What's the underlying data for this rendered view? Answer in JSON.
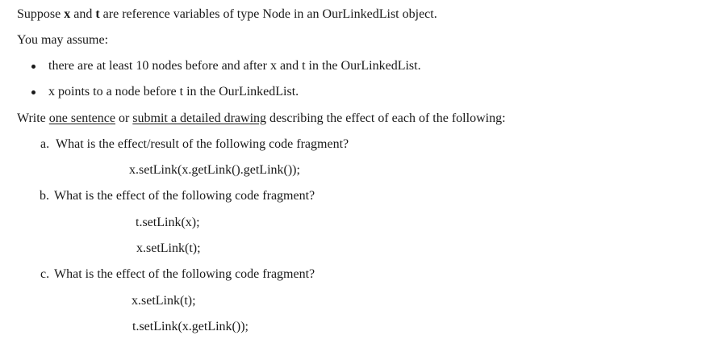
{
  "intro": {
    "part1": "Suppose ",
    "var_x": "x",
    "part2": " and ",
    "var_t": "t",
    "part3": " are reference variables of type Node in an OurLinkedList object."
  },
  "assume_label": "You may assume:",
  "assumptions": [
    "there are at least 10 nodes before and after x and t in the OurLinkedList.",
    "x points to a node before t in the OurLinkedList."
  ],
  "instruction": {
    "part1": "Write ",
    "underline1": "one sentence",
    "part2": " or ",
    "underline2": "submit a detailed drawing",
    "part3": " describing the effect of each of the following:"
  },
  "questions": [
    {
      "label": "a.",
      "text": "What is the effect/result of the following code fragment?",
      "code": [
        "x.setLink(x.getLink().getLink());"
      ]
    },
    {
      "label": "b.",
      "text": "What is the effect of the following code fragment?",
      "code": [
        "t.setLink(x);",
        "x.setLink(t);"
      ]
    },
    {
      "label": "c.",
      "text": "What is the effect of the following code fragment?",
      "code": [
        "x.setLink(t);",
        "t.setLink(x.getLink());"
      ]
    }
  ]
}
